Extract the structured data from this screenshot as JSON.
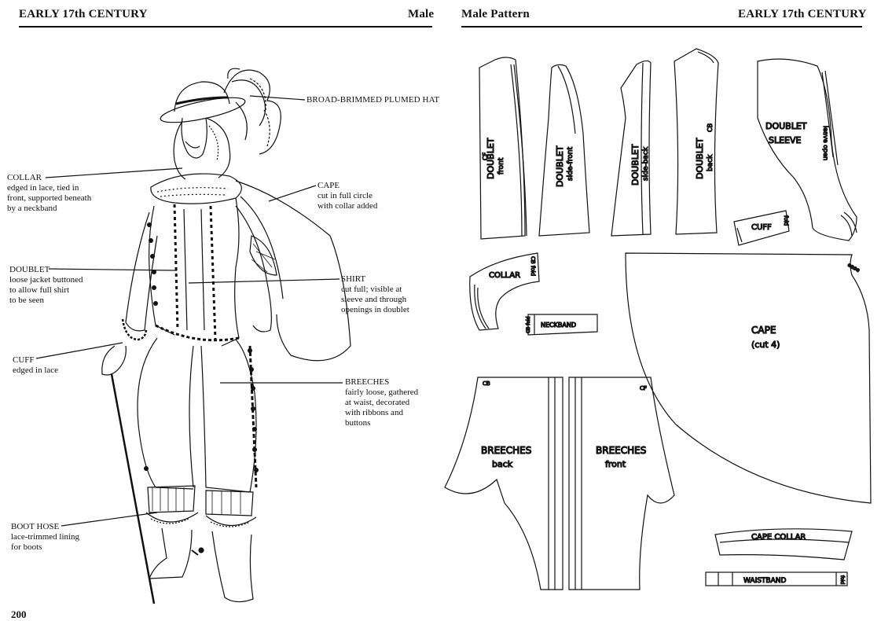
{
  "left_page": {
    "header_left": "EARLY 17th CENTURY",
    "header_right": "Male",
    "page_number": "200",
    "callouts": [
      {
        "title": "BROAD-BRIMMED PLUMED HAT",
        "body": []
      },
      {
        "title": "COLLAR",
        "body": [
          "edged in lace, tied in",
          "front, supported beneath",
          "by a neckband"
        ]
      },
      {
        "title": "CAPE",
        "body": [
          "cut in full circle",
          "with collar added"
        ]
      },
      {
        "title": "DOUBLET",
        "body": [
          "loose jacket buttoned",
          "to allow full shirt",
          "to be seen"
        ]
      },
      {
        "title": "SHIRT",
        "body": [
          "cut full; visible at",
          "sleeve and through",
          "openings in doublet"
        ]
      },
      {
        "title": "CUFF",
        "body": [
          "edged in lace"
        ]
      },
      {
        "title": "BREECHES",
        "body": [
          "fairly loose, gathered",
          "at waist, decorated",
          "with ribbons and",
          "buttons"
        ]
      },
      {
        "title": "BOOT HOSE",
        "body": [
          "lace-trimmed lining",
          "for boots"
        ]
      }
    ]
  },
  "right_page": {
    "header_left": "Male Pattern",
    "header_right": "EARLY 17th CENTURY",
    "pieces": {
      "doublet_front": {
        "name": "DOUBLET",
        "sub": "front",
        "mark": "CF"
      },
      "doublet_side_front": {
        "name": "DOUBLET",
        "sub": "side-front"
      },
      "doublet_side_back": {
        "name": "DOUBLET",
        "sub": "side-back"
      },
      "doublet_back": {
        "name": "DOUBLET",
        "sub": "back",
        "mark": "CB"
      },
      "doublet_sleeve": {
        "name": "DOUBLET",
        "sub": "SLEEVE",
        "note": "leave open"
      },
      "cuff": {
        "name": "CUFF",
        "note": "fold"
      },
      "collar": {
        "name": "COLLAR",
        "note": "CB fold"
      },
      "neckband": {
        "name": "NECKBAND",
        "note": "CB fold"
      },
      "cape": {
        "name": "CAPE",
        "sub": "(cut 4)",
        "note": "ease"
      },
      "breeches_back": {
        "name": "BREECHES",
        "sub": "back",
        "mark": "CB"
      },
      "breeches_front": {
        "name": "BREECHES",
        "sub": "front",
        "mark": "CF"
      },
      "cape_collar": {
        "name": "CAPE COLLAR"
      },
      "waistband": {
        "name": "WAISTBAND",
        "note": "fold"
      }
    }
  }
}
